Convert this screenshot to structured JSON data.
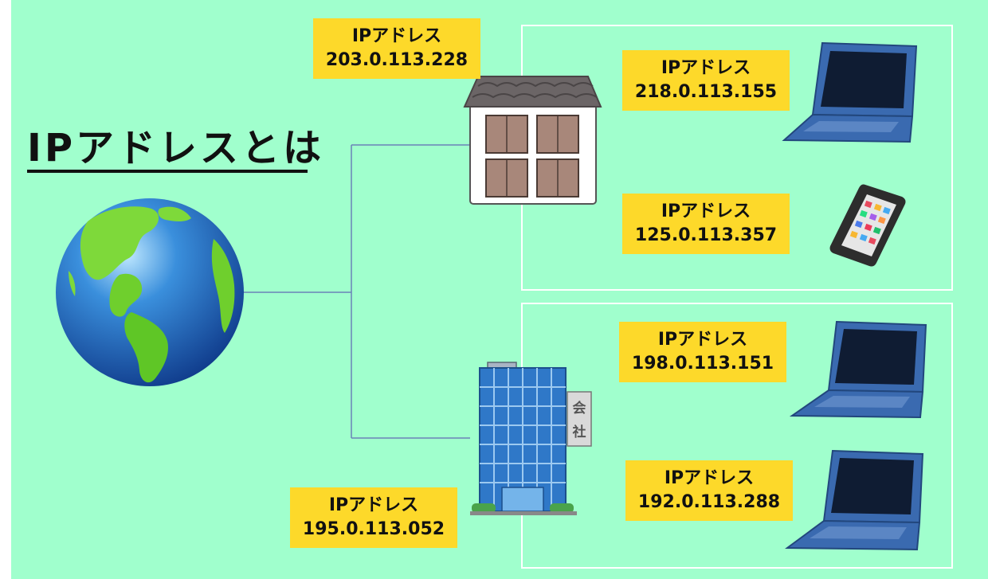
{
  "title": "IPアドレスとは",
  "labels": {
    "home": {
      "caption": "IPアドレス",
      "ip": "203.0.113.228"
    },
    "home_laptop": {
      "caption": "IPアドレス",
      "ip": "218.0.113.155"
    },
    "home_phone": {
      "caption": "IPアドレス",
      "ip": "125.0.113.357"
    },
    "office": {
      "caption": "IPアドレス",
      "ip": "195.0.113.052"
    },
    "office_laptop1": {
      "caption": "IPアドレス",
      "ip": "198.0.113.151"
    },
    "office_laptop2": {
      "caption": "IPアドレス",
      "ip": "192.0.113.288"
    }
  },
  "sign_text": [
    "会",
    "社"
  ],
  "colors": {
    "background": "#a0ffcd",
    "label": "#fdd92a",
    "line": "#6a82b8",
    "frame": "#ffffff"
  },
  "icons": [
    "globe-icon",
    "house-icon",
    "office-building-icon",
    "laptop-icon",
    "smartphone-icon"
  ]
}
